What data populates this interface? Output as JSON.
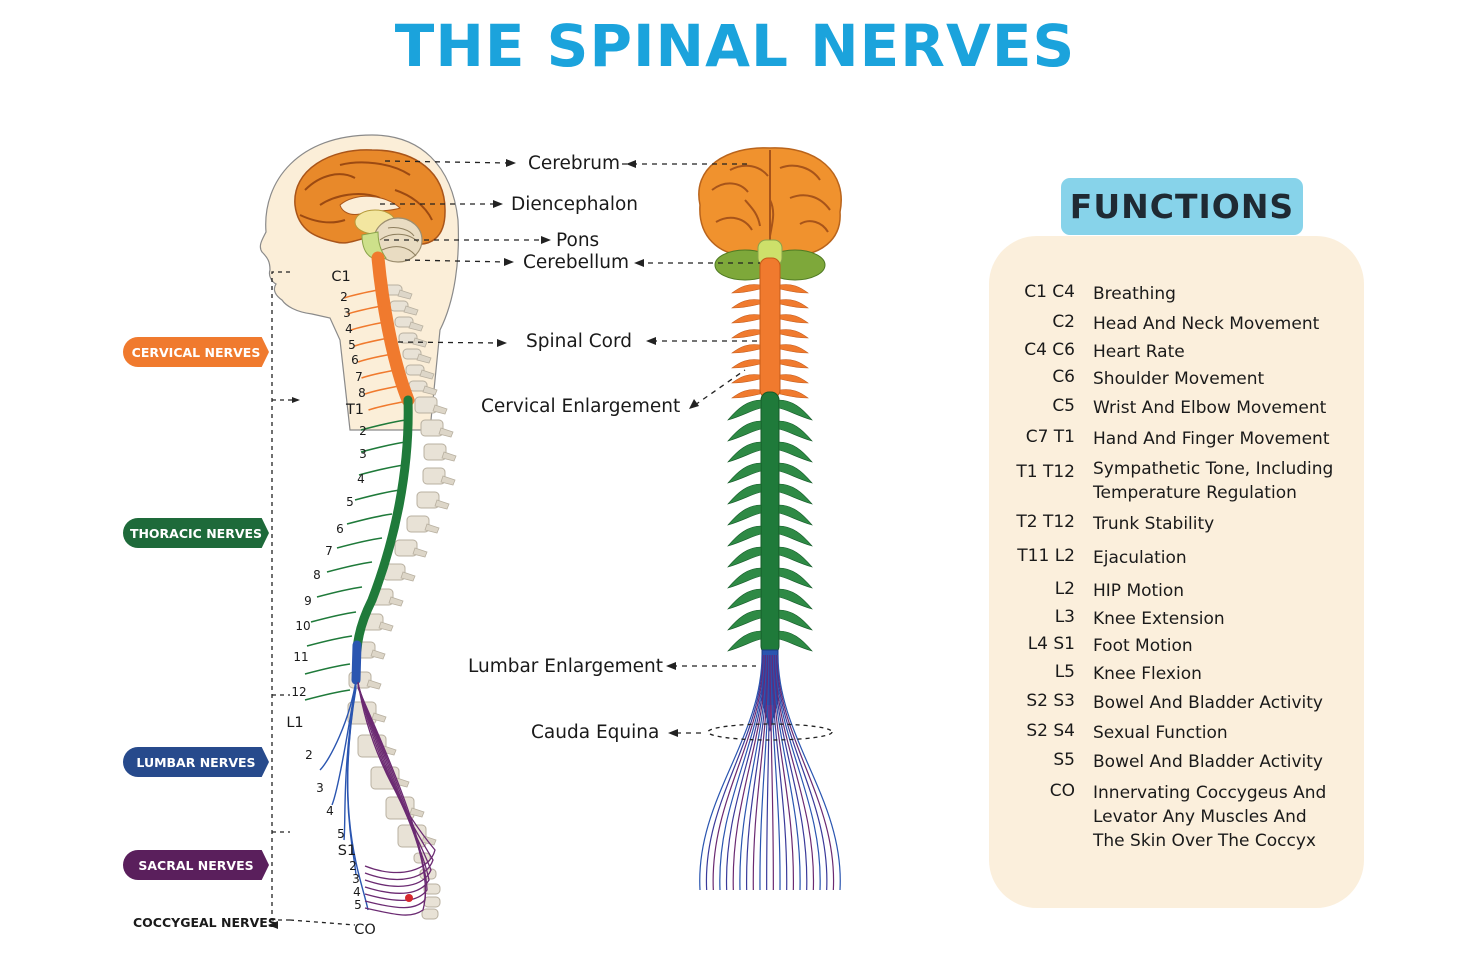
{
  "title": "THE SPINAL NERVES",
  "structure_labels": {
    "cerebrum": "Cerebrum",
    "diencephalon": "Diencephalon",
    "pons": "Pons",
    "cerebellum": "Cerebellum",
    "spinal_cord": "Spinal Cord",
    "cervical_enlargement": "Cervical Enlargement",
    "lumbar_enlargement": "Lumbar Enlargement",
    "cauda_equina": "Cauda Equina"
  },
  "nerve_groups": {
    "cervical": {
      "label": "CERVICAL NERVES",
      "color": "#f07a2e"
    },
    "thoracic": {
      "label": "THORACIC NERVES",
      "color": "#1e6a3a"
    },
    "lumbar": {
      "label": "LUMBAR NERVES",
      "color": "#274a8c"
    },
    "sacral": {
      "label": "SACRAL NERVES",
      "color": "#5a1f5c"
    },
    "coccygeal": {
      "label": "COCCYGEAL NERVES"
    }
  },
  "vertebra_labels": {
    "cervical": [
      "C1",
      "2",
      "3",
      "4",
      "5",
      "6",
      "7",
      "8"
    ],
    "thoracic": [
      "T1",
      "2",
      "3",
      "4",
      "5",
      "6",
      "7",
      "8",
      "9",
      "10",
      "11",
      "12"
    ],
    "lumbar": [
      "L1",
      "2",
      "3",
      "4",
      "5"
    ],
    "sacral": [
      "S1",
      "2",
      "3",
      "4",
      "5"
    ],
    "coccygeal": [
      "CO"
    ]
  },
  "functions": {
    "heading": "FUNCTIONS",
    "rows": [
      {
        "code": "C1 C4",
        "text": "Breathing"
      },
      {
        "code": "C2",
        "text": "Head And Neck Movement"
      },
      {
        "code": "C4 C6",
        "text": "Heart Rate"
      },
      {
        "code": "C6",
        "text": "Shoulder Movement"
      },
      {
        "code": "C5",
        "text": "Wrist And Elbow Movement"
      },
      {
        "code": "C7 T1",
        "text": "Hand And Finger Movement"
      },
      {
        "code": "T1  T12",
        "text": "Sympathetic Tone, Including Temperature Regulation"
      },
      {
        "code": "T2  T12",
        "text": "Trunk Stability"
      },
      {
        "code": "T11  L2",
        "text": "Ejaculation"
      },
      {
        "code": "L2",
        "text": "HIP Motion"
      },
      {
        "code": "L3",
        "text": "Knee Extension"
      },
      {
        "code": "L4 S1",
        "text": "Foot Motion"
      },
      {
        "code": "L5",
        "text": "Knee Flexion"
      },
      {
        "code": "S2 S3",
        "text": "Bowel And Bladder  Activity"
      },
      {
        "code": "S2 S4",
        "text": "Sexual Function"
      },
      {
        "code": "S5",
        "text": "Bowel And Bladder  Activity"
      },
      {
        "code": "CO",
        "text": "Innervating Coccygeus And Levator Any Muscles And The Skin Over The Coccyx"
      }
    ]
  },
  "colors": {
    "title": "#1ba3dc",
    "brain": "#f0922e",
    "cervical_cord": "#f07a2e",
    "thoracic_cord": "#1f7a3a",
    "lumbar_cord": "#2a55b0",
    "sacral_nerves": "#6b2a72",
    "vertebra": "#e6e0d4",
    "functions_panel": "#fbefdc",
    "functions_header": "#87d3ea"
  }
}
